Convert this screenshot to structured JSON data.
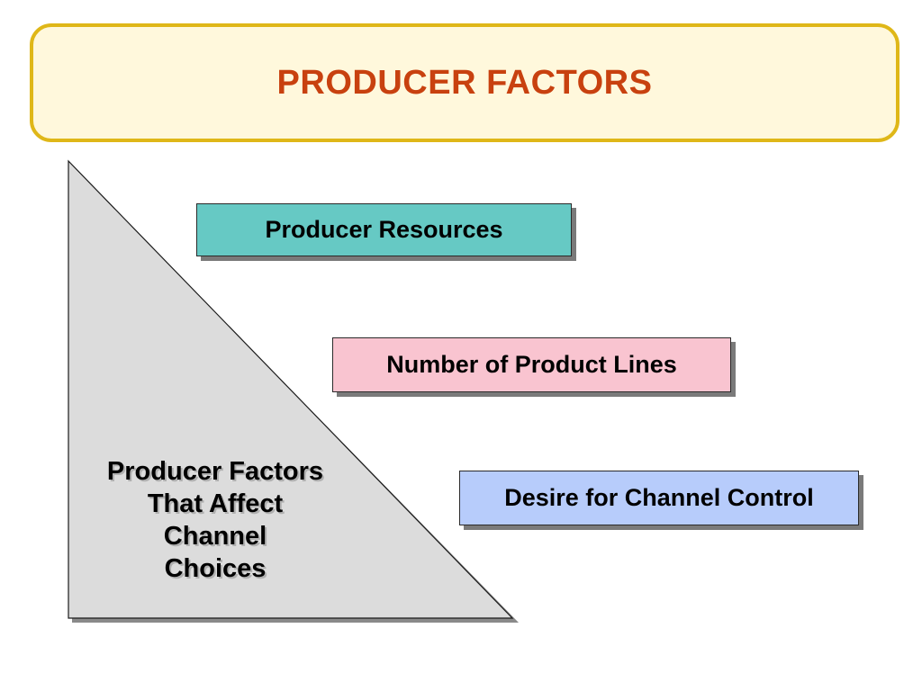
{
  "title": "PRODUCER FACTORS",
  "triangle_label_lines": [
    "Producer Factors",
    "That Affect",
    "Channel",
    "Choices"
  ],
  "factors": [
    {
      "label": "Producer Resources",
      "color": "#66c9c4"
    },
    {
      "label": "Number of Product Lines",
      "color": "#f9c4d0"
    },
    {
      "label": "Desire for Channel Control",
      "color": "#b7ccfb"
    }
  ],
  "colors": {
    "title_text": "#c8410f",
    "title_border": "#dfb718",
    "title_fill": "#fff8dc",
    "triangle_fill": "#dcdcdc",
    "shadow": "#7a7a7a"
  }
}
